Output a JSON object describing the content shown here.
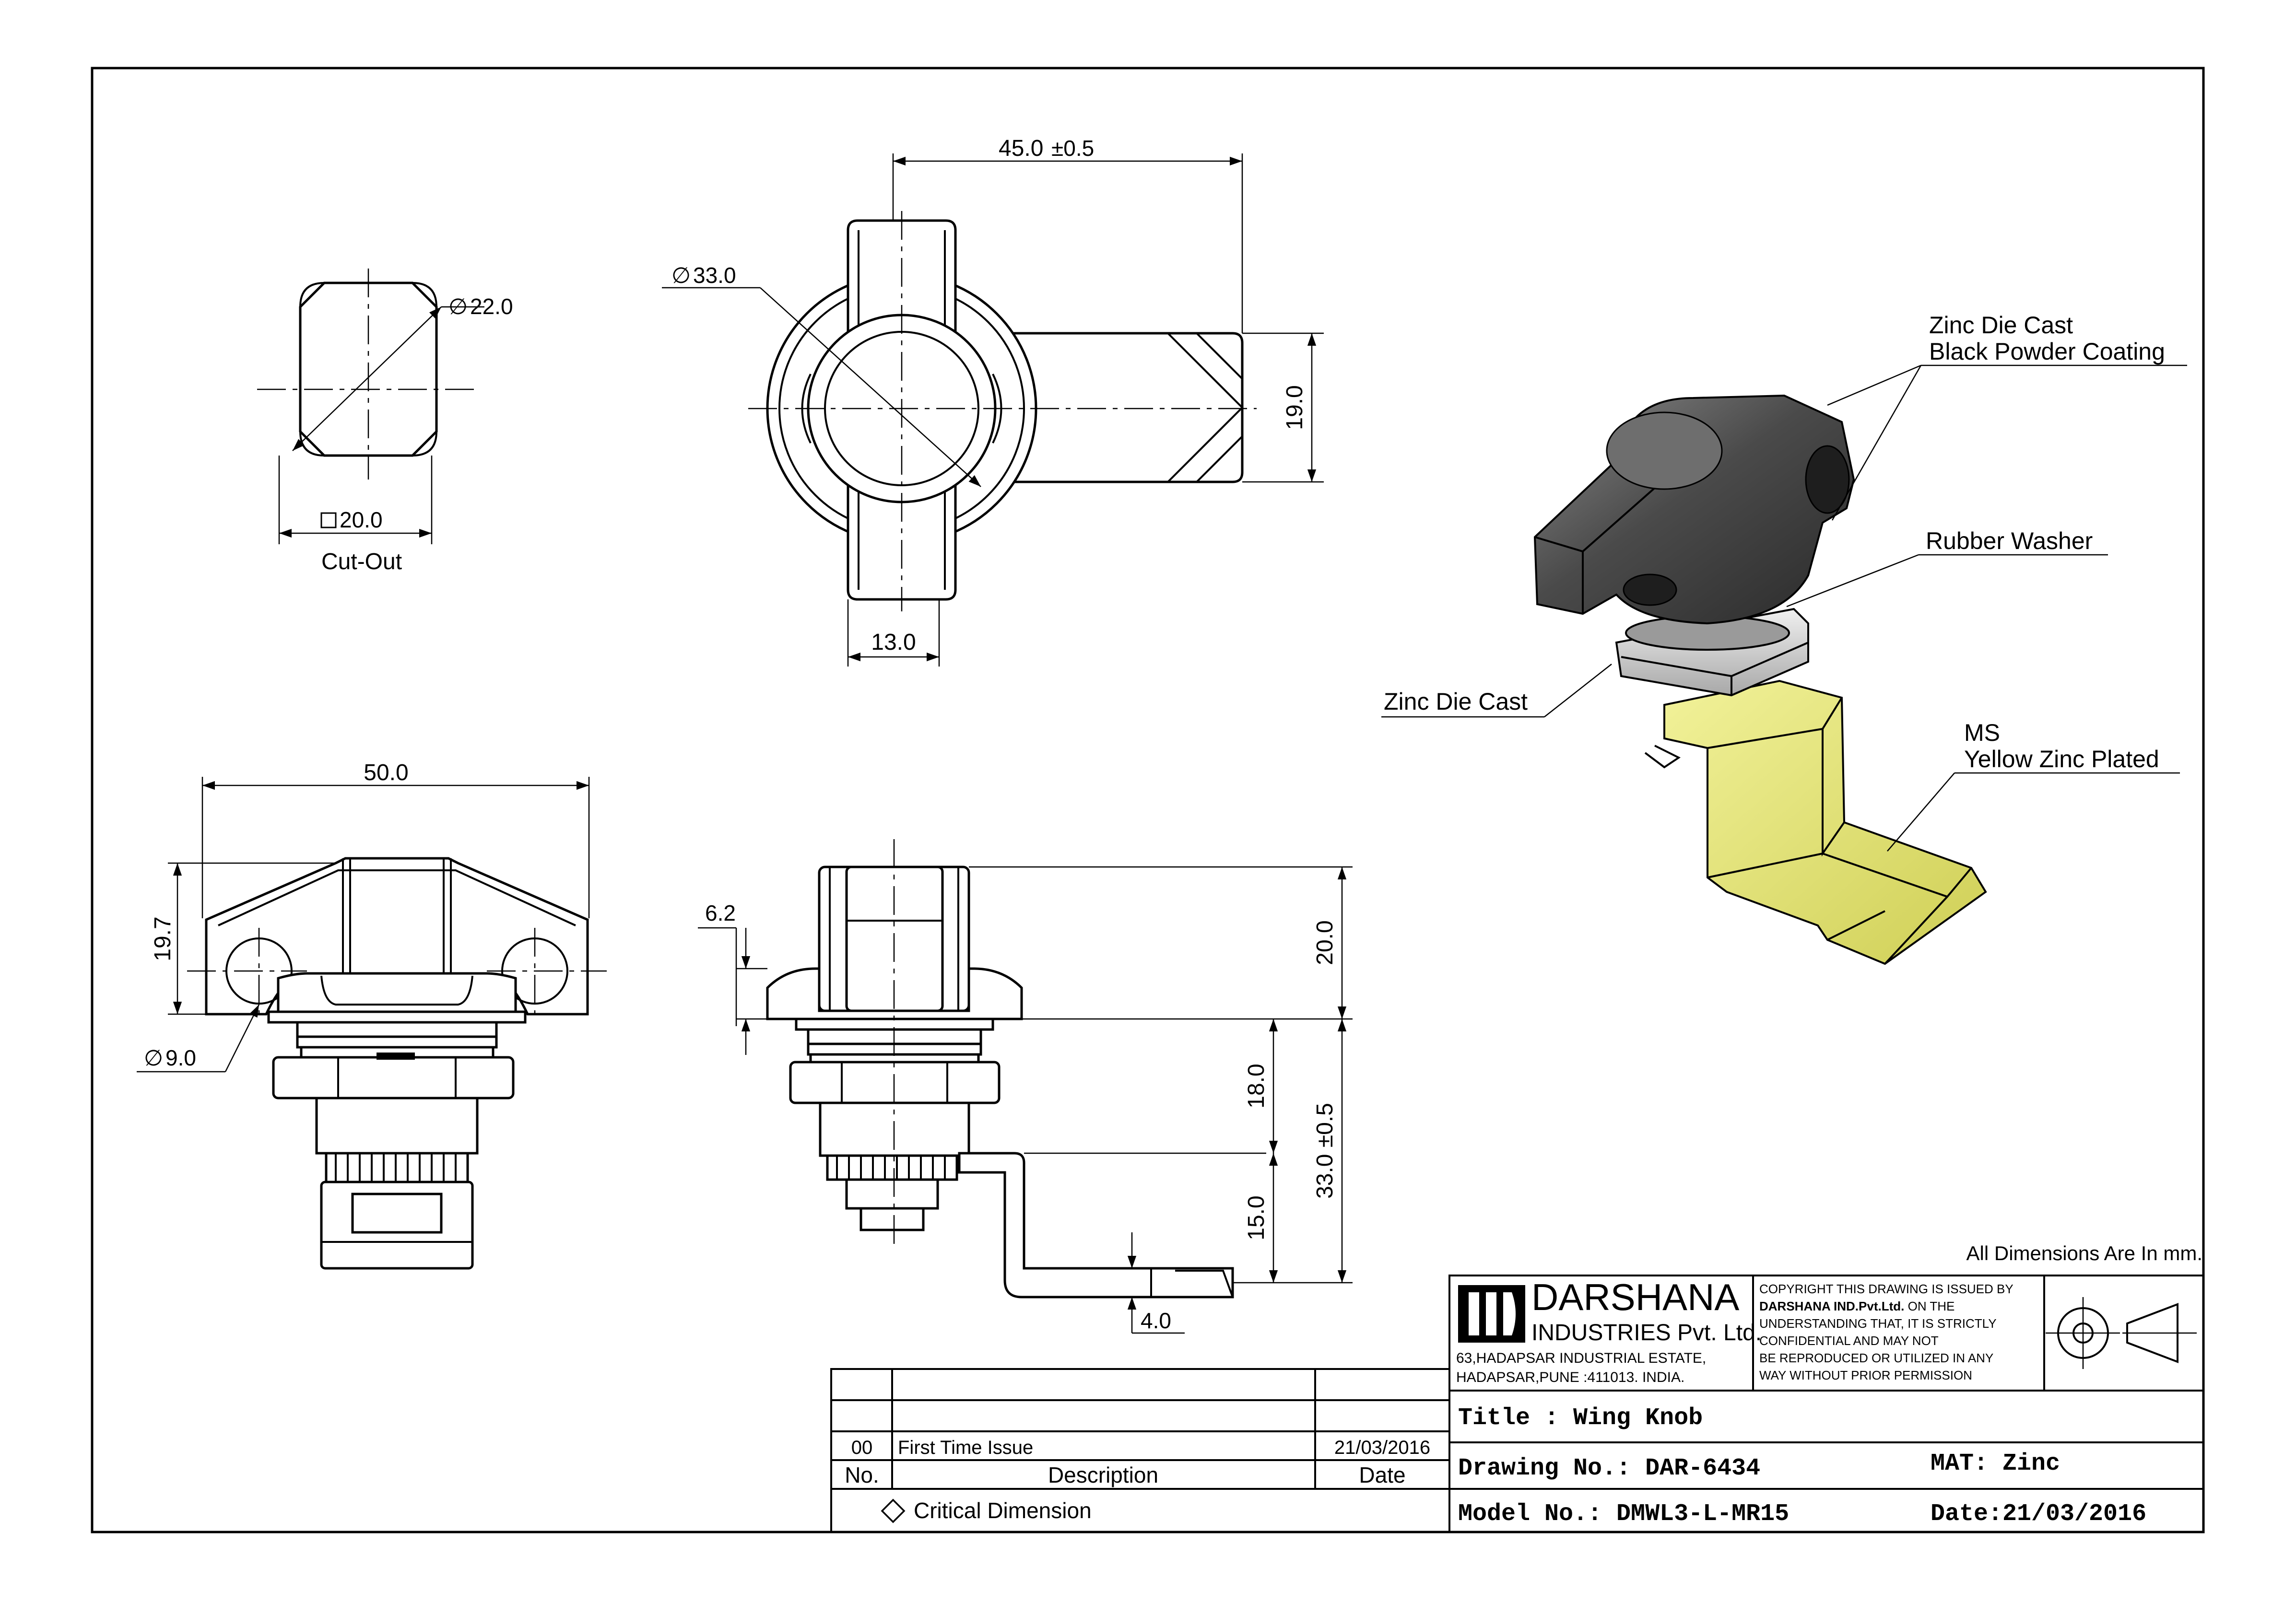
{
  "drawing": {
    "views": {
      "cutout": {
        "dia": "22.0",
        "square": "20.0",
        "caption": "Cut-Out"
      },
      "top": {
        "width": "45.0",
        "width_tol": "±0.5",
        "dia": "33.0",
        "bar_h": "19.0",
        "wing_w": "13.0"
      },
      "front": {
        "width": "50.0",
        "height": "19.7",
        "hole": "9.0"
      },
      "side": {
        "d1": "6.2",
        "d2": "20.0",
        "d3": "18.0",
        "d4": "33.0 ±0.5",
        "d5": "15.0",
        "d6": "4.0"
      }
    },
    "callouts": {
      "knob_1": "Zinc Die Cast",
      "knob_2": "Black Powder Coating",
      "washer": "Rubber Washer",
      "body": "Zinc Die Cast",
      "cam_1": "MS",
      "cam_2": "Yellow Zinc Plated"
    },
    "colors": {
      "knob": "#4a4a4a",
      "cam": "#e6e67a",
      "washer": "#c8c8c8"
    },
    "icons": {
      "critical": "diamond-icon",
      "projection": "third-angle-projection-icon",
      "logo": "darshana-logo"
    }
  },
  "note_units": "All Dimensions Are In mm.",
  "company": {
    "name": "DARSHANA",
    "subname": "INDUSTRIES Pvt. Ltd.",
    "address_1": "63,HADAPSAR INDUSTRIAL ESTATE,",
    "address_2": "HADAPSAR,PUNE :411013. INDIA."
  },
  "copyright": {
    "line1": "COPYRIGHT THIS DRAWING IS ISSUED BY",
    "line2_bold": "DARSHANA IND.Pvt.Ltd.",
    "line2_rest": " ON THE",
    "line3": "UNDERSTANDING THAT, IT IS STRICTLY",
    "line4": "CONFIDENTIAL AND MAY NOT",
    "line5": "BE REPRODUCED OR UTILIZED IN ANY",
    "line6": "WAY WITHOUT PRIOR PERMISSION"
  },
  "title_block": {
    "title": "Title : Wing Knob",
    "drawing_no": "Drawing No.: DAR-6434",
    "material": "MAT: Zinc",
    "model_no": "Model No.: DMWL3-L-MR15",
    "date": "Date:21/03/2016"
  },
  "revisions": {
    "rows": [
      {
        "no": "00",
        "description": "First Time Issue",
        "date": "21/03/2016"
      }
    ],
    "headers": {
      "no": "No.",
      "description": "Description",
      "date": "Date"
    },
    "critical_label": "Critical Dimension"
  }
}
